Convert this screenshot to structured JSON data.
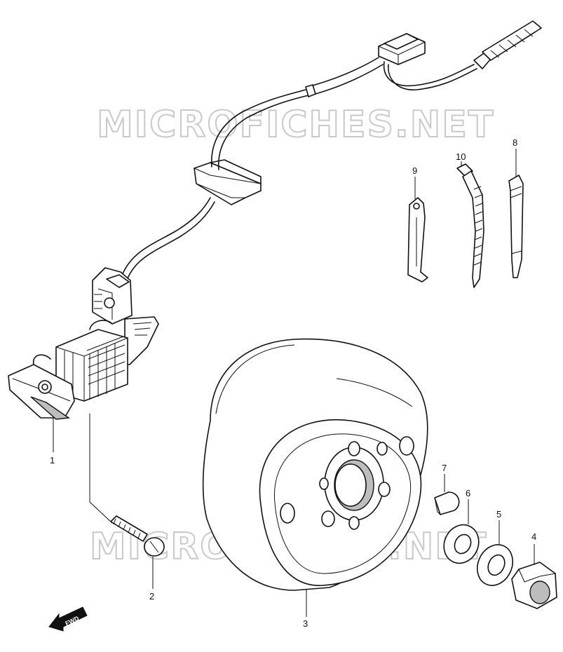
{
  "watermark": "MICROFICHES.NET",
  "fwd_label": "FWD",
  "callouts": [
    "1",
    "2",
    "3",
    "4",
    "5",
    "6",
    "7",
    "8",
    "9",
    "10"
  ]
}
